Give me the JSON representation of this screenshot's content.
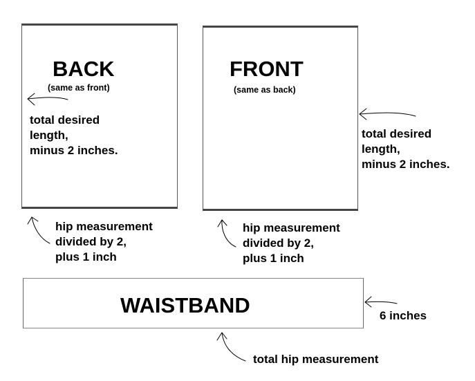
{
  "back": {
    "title": "BACK",
    "subtitle": "(same as front)",
    "length_note": [
      "total desired",
      "length,",
      "minus 2 inches."
    ],
    "width_note": [
      "hip measurement",
      "divided by 2,",
      "plus 1 inch"
    ]
  },
  "front": {
    "title": "FRONT",
    "subtitle": "(same as back)",
    "length_note": [
      "total desired",
      "length,",
      "minus 2 inches."
    ],
    "width_note": [
      "hip measurement",
      "divided by 2,",
      "plus 1 inch"
    ]
  },
  "waistband": {
    "title": "WAISTBAND",
    "height_note": "6 inches",
    "length_note": "total hip measurement"
  }
}
